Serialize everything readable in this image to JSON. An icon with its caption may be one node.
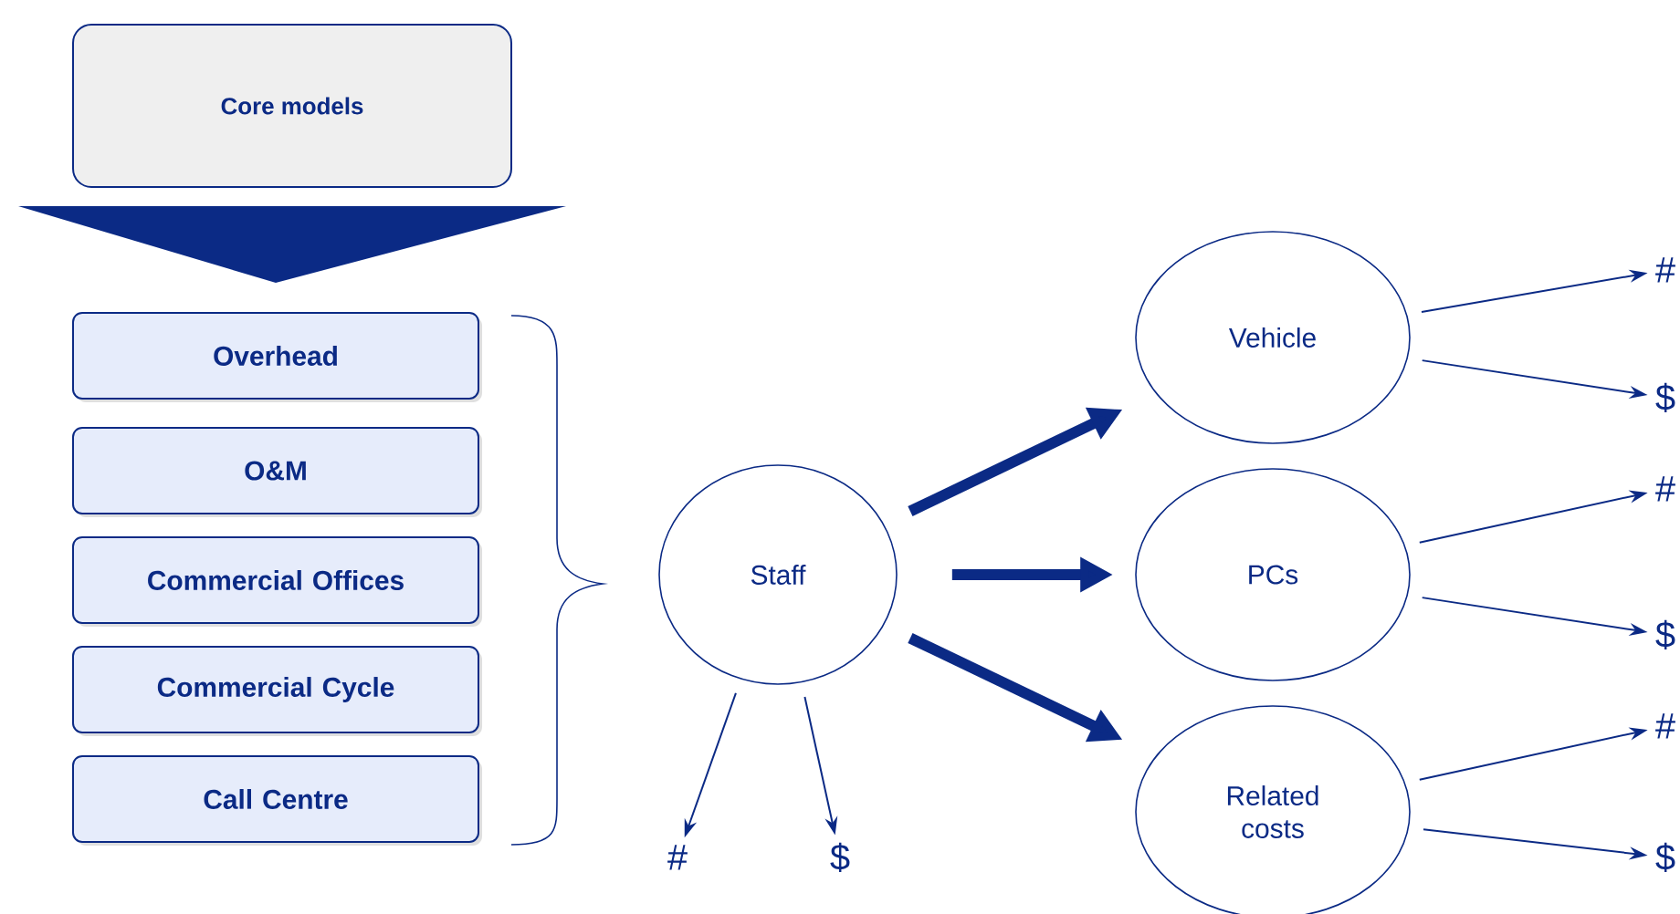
{
  "diagram": {
    "nodes": [
      {
        "text": [
          "Core models"
        ]
      },
      {
        "text": [
          "Overhead"
        ]
      },
      {
        "text": [
          "O&M"
        ]
      },
      {
        "text": [
          "Commercial Offices"
        ]
      },
      {
        "text": [
          "Commercial Cycle"
        ]
      },
      {
        "text": [
          "Call Centre"
        ]
      },
      {
        "text": [
          "Staff"
        ]
      },
      {
        "text": [
          "Vehicle"
        ]
      },
      {
        "text": [
          "PCs"
        ]
      },
      {
        "text": [
          "Related costs"
        ]
      },
      {
        "text": [
          "#"
        ]
      },
      {
        "text": [
          "$"
        ]
      },
      {
        "text": [
          "#"
        ]
      },
      {
        "text": [
          "$"
        ]
      },
      {
        "text": [
          "#"
        ]
      },
      {
        "text": [
          "$"
        ]
      },
      {
        "text": [
          "#"
        ]
      },
      {
        "text": [
          "$"
        ]
      }
    ],
    "edges": [
      {
        "from": 0,
        "to": 1,
        "arrow": "to",
        "style": "thick"
      },
      {
        "from": 6,
        "to": 10,
        "arrow": "to"
      },
      {
        "from": 6,
        "to": 11,
        "arrow": "to"
      },
      {
        "from": 6,
        "to": 7,
        "arrow": "to",
        "style": "thick"
      },
      {
        "from": 6,
        "to": 8,
        "arrow": "to",
        "style": "thick"
      },
      {
        "from": 6,
        "to": 9,
        "arrow": "to",
        "style": "thick"
      },
      {
        "from": 7,
        "to": 12,
        "arrow": "to"
      },
      {
        "from": 7,
        "to": 13,
        "arrow": "to"
      },
      {
        "from": 8,
        "to": 14,
        "arrow": "to"
      },
      {
        "from": 8,
        "to": 15,
        "arrow": "to"
      },
      {
        "from": 9,
        "to": 16,
        "arrow": "to"
      },
      {
        "from": 9,
        "to": 17,
        "arrow": "to"
      }
    ]
  }
}
